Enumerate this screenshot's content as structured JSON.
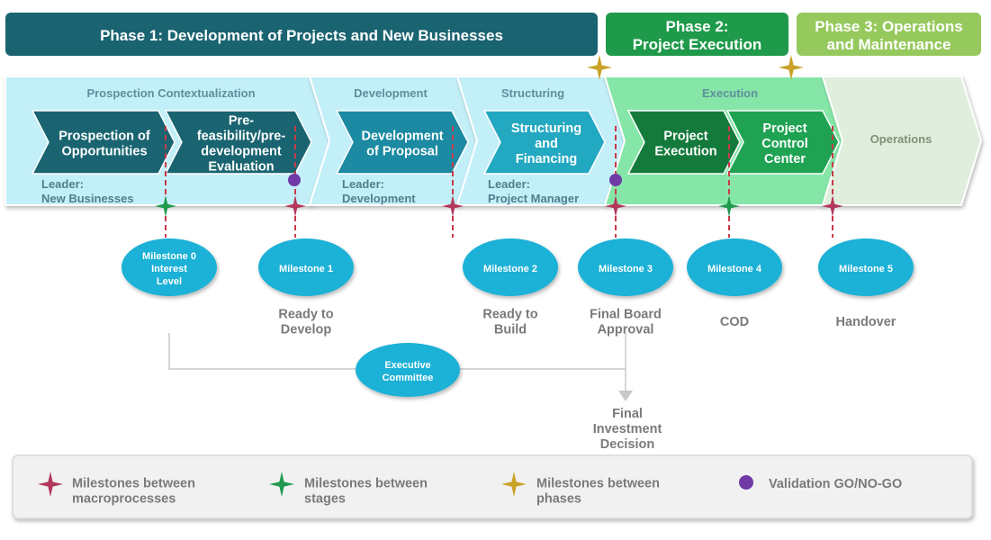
{
  "phases": [
    {
      "lines": [
        "Phase 1: Development of Projects and New Businesses"
      ],
      "color": "#1a6471"
    },
    {
      "lines": [
        "Phase 2:",
        "Project Execution"
      ],
      "color": "#1e9a4a"
    },
    {
      "lines": [
        "Phase 3: Operations",
        "and Maintenance"
      ],
      "color": "#96c95d"
    }
  ],
  "macroprocesses": [
    {
      "title": "Prospection Contextualization",
      "leader": [
        "Leader:",
        "New Businesses"
      ]
    },
    {
      "title": "Development",
      "leader": [
        "Leader:",
        "Development"
      ]
    },
    {
      "title": "Structuring",
      "leader": [
        "Leader:",
        "Project Manager"
      ]
    },
    {
      "title": "Execution",
      "leader": []
    },
    {
      "title": "Operations",
      "leader": []
    }
  ],
  "stages": [
    {
      "lines": [
        "Prospection of",
        "Opportunities"
      ]
    },
    {
      "lines": [
        "Pre-",
        "feasibility/pre-",
        "development",
        "Evaluation"
      ]
    },
    {
      "lines": [
        "Development",
        "of Proposal"
      ]
    },
    {
      "lines": [
        "Structuring",
        "and",
        "Financing"
      ]
    },
    {
      "lines": [
        "Project",
        "Execution"
      ]
    },
    {
      "lines": [
        "Project",
        "Control",
        "Center"
      ]
    }
  ],
  "milestones": [
    {
      "lines": [
        "Milestone 0",
        "Interest",
        "Level"
      ],
      "label": []
    },
    {
      "lines": [
        "Milestone 1"
      ],
      "label": [
        "Ready to",
        "Develop"
      ]
    },
    {
      "lines": [
        "Milestone 2"
      ],
      "label": [
        "Ready to",
        "Build"
      ]
    },
    {
      "lines": [
        "Milestone 3"
      ],
      "label": [
        "Final Board",
        "Approval"
      ]
    },
    {
      "lines": [
        "Milestone 4"
      ],
      "label": [
        "COD"
      ]
    },
    {
      "lines": [
        "Milestone 5"
      ],
      "label": [
        "Handover"
      ]
    }
  ],
  "executive_committee": {
    "lines": [
      "Executive",
      "Committee"
    ]
  },
  "final_investment_decision": {
    "lines": [
      "Final",
      "Investment",
      "Decision"
    ]
  },
  "legend": [
    {
      "lines": [
        "Milestones between",
        "macroprocesses"
      ],
      "icon": "red-star-icon",
      "color": "#b2385c"
    },
    {
      "lines": [
        "Milestones between",
        "stages"
      ],
      "icon": "green-star-icon",
      "color": "#1f9a4e"
    },
    {
      "lines": [
        "Milestones between",
        "phases"
      ],
      "icon": "gold-star-icon",
      "color": "#c9a227"
    },
    {
      "lines": [
        "Validation GO/NO-GO"
      ],
      "icon": "purple-dot-icon",
      "color": "#6f3aa6"
    }
  ],
  "colors": {
    "macro_light": "#c3eff8",
    "execution_light": "#86e6a8",
    "operations_light": "#dfeedd",
    "stage_dark": "#1a6471",
    "stage_mid": "#1b8aa2",
    "stage_teal": "#23a8c1",
    "exec_dark": "#147a3c",
    "exec_mid": "#1fa352",
    "milestone": "#1fb1d6",
    "dashed": "#c93a4a"
  }
}
